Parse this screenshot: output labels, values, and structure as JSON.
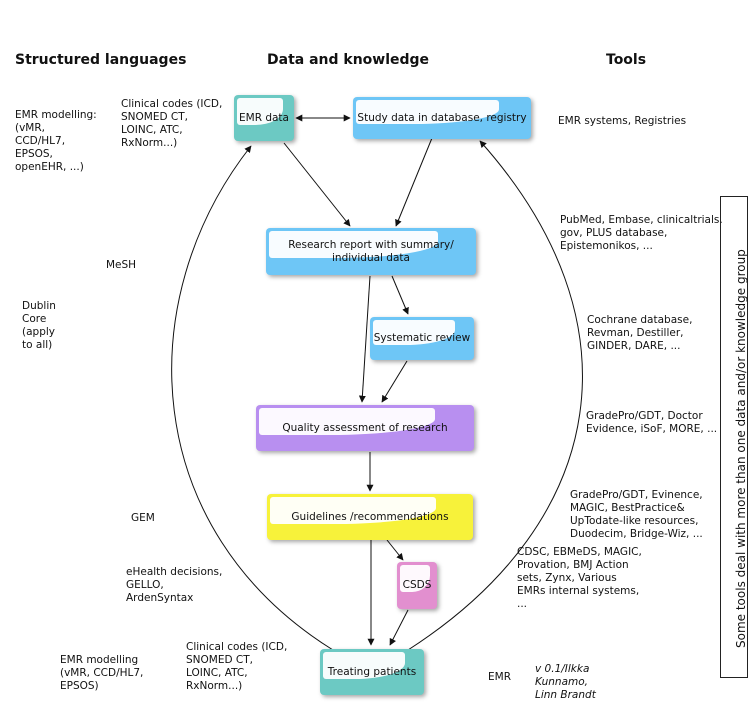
{
  "headers": {
    "structured": "Structured languages",
    "data_knowledge": "Data and knowledge",
    "tools": "Tools"
  },
  "left_notes": {
    "emr_modelling_top": [
      "EMR modelling:",
      "(vMR,",
      "CCD/HL7,",
      "EPSOS,",
      "openEHR, ...)"
    ],
    "clinical_codes_top": [
      "Clinical codes (ICD,",
      "SNOMED CT,",
      "LOINC, ATC,",
      "RxNorm...)"
    ],
    "mesh": "MeSH",
    "dublin_core": [
      "Dublin",
      "Core",
      "(apply",
      "to all)"
    ],
    "gem": "GEM",
    "ehealth": [
      "eHealth decisions,",
      "GELLO,",
      "ArdenSyntax"
    ],
    "emr_modelling_bottom": [
      "EMR modelling",
      "(vMR, CCD/HL7,",
      "EPSOS)"
    ],
    "clinical_codes_bottom": [
      "Clinical codes (ICD,",
      "SNOMED CT,",
      "LOINC, ATC,",
      "RxNorm...)"
    ]
  },
  "boxes": {
    "emr_data": {
      "label": "EMR data",
      "color": "#6cc9c3"
    },
    "study_data": {
      "label": "Study data in database, registry",
      "color": "#6ec6f6"
    },
    "research_report": {
      "label": "Research report with summary/ individual  data",
      "color": "#6ec6f6"
    },
    "systematic_review": {
      "label": "Systematic review",
      "color": "#6ec6f6"
    },
    "quality_assessment": {
      "label": "Quality assessment of research",
      "color": "#b88ff0"
    },
    "guidelines": {
      "label": "Guidelines /recommendations",
      "color": "#f7f23a"
    },
    "csds": {
      "label": "CSDS",
      "color": "#e28fcf"
    },
    "treating_patients": {
      "label": "Treating patients",
      "color": "#6cc9c3"
    }
  },
  "tools": {
    "emr_systems": "EMR systems, Registries",
    "pubmed": [
      "PubMed, Embase, clinicaltrials.",
      "gov, PLUS database,",
      "Epistemonikos, ..."
    ],
    "cochrane": [
      "Cochrane database,",
      "Revman, Destiller,",
      "GINDER, DARE, ..."
    ],
    "gradepro_1": [
      "GradePro/GDT, Doctor",
      "Evidence, iSoF, MORE, ..."
    ],
    "gradepro_2": [
      "GradePro/GDT, Evinence,",
      "MAGIC, BestPractice&",
      "UpTodate-like resources,",
      "Duodecim, Bridge-Wiz, ..."
    ],
    "cdsc": [
      "CDSC, EBMeDS, MAGIC,",
      "Provation, BMJ Action",
      "sets, Zynx, Various",
      "EMRs internal systems,",
      "..."
    ],
    "emr": "EMR"
  },
  "side_note": "Some tools deal with more than one data and/or knowledge group",
  "credit": [
    "v 0.1/Ilkka",
    "Kunnamo,",
    "Linn Brandt"
  ]
}
